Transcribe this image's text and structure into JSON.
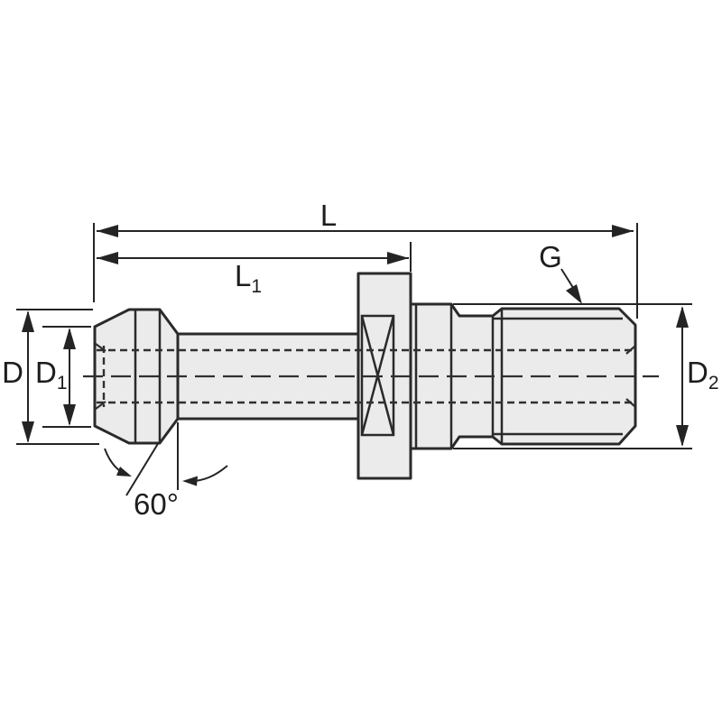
{
  "diagram": {
    "description_colors": {
      "background": "#ffffff",
      "line_color": "#2a2a2a",
      "part_fill": "#ebebeb"
    },
    "labels": {
      "L": {
        "text": "L"
      },
      "L1": {
        "base": "L",
        "sub": "1"
      },
      "G": {
        "text": "G"
      },
      "D": {
        "text": "D"
      },
      "D1": {
        "base": "D",
        "sub": "1"
      },
      "D2": {
        "base": "D",
        "sub": "2"
      },
      "angle": {
        "text": "60°"
      }
    }
  }
}
